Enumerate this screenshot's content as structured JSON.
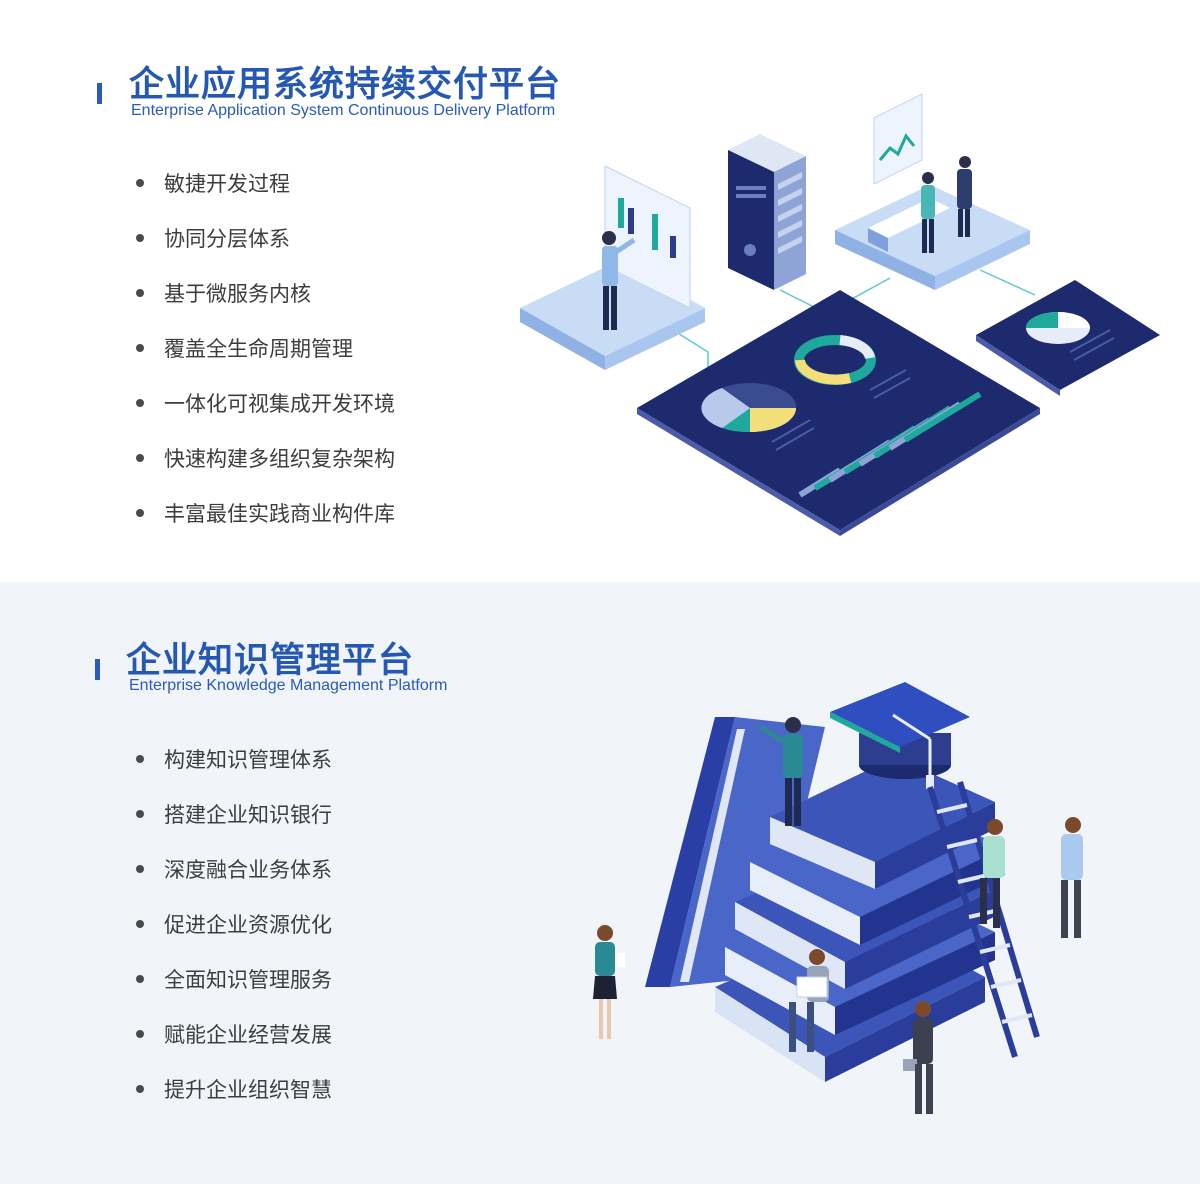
{
  "sections": [
    {
      "title": "企业应用系统持续交付平台",
      "subtitle": "Enterprise Application System Continuous Delivery Platform",
      "items": [
        "敏捷开发过程",
        "协同分层体系",
        "基于微服务内核",
        "覆盖全生命周期管理",
        "一体化可视集成开发环境",
        "快速构建多组织复杂架构",
        "丰富最佳实践商业构件库"
      ]
    },
    {
      "title": "企业知识管理平台",
      "subtitle": "Enterprise Knowledge Management Platform",
      "items": [
        "构建知识管理体系",
        "搭建企业知识银行",
        "深度融合业务体系",
        "促进企业资源优化",
        "全面知识管理服务",
        "赋能企业经营发展",
        "提升企业组织智慧"
      ]
    }
  ],
  "colors": {
    "accent": "#2458b3",
    "section2_background": "#f1f5fa",
    "dashboard_navy": "#1d2a6e",
    "teal": "#1fa99c",
    "yellow": "#f2df7a"
  },
  "icons": [
    "isometric-dashboard-illustration",
    "isometric-books-illustration"
  ]
}
